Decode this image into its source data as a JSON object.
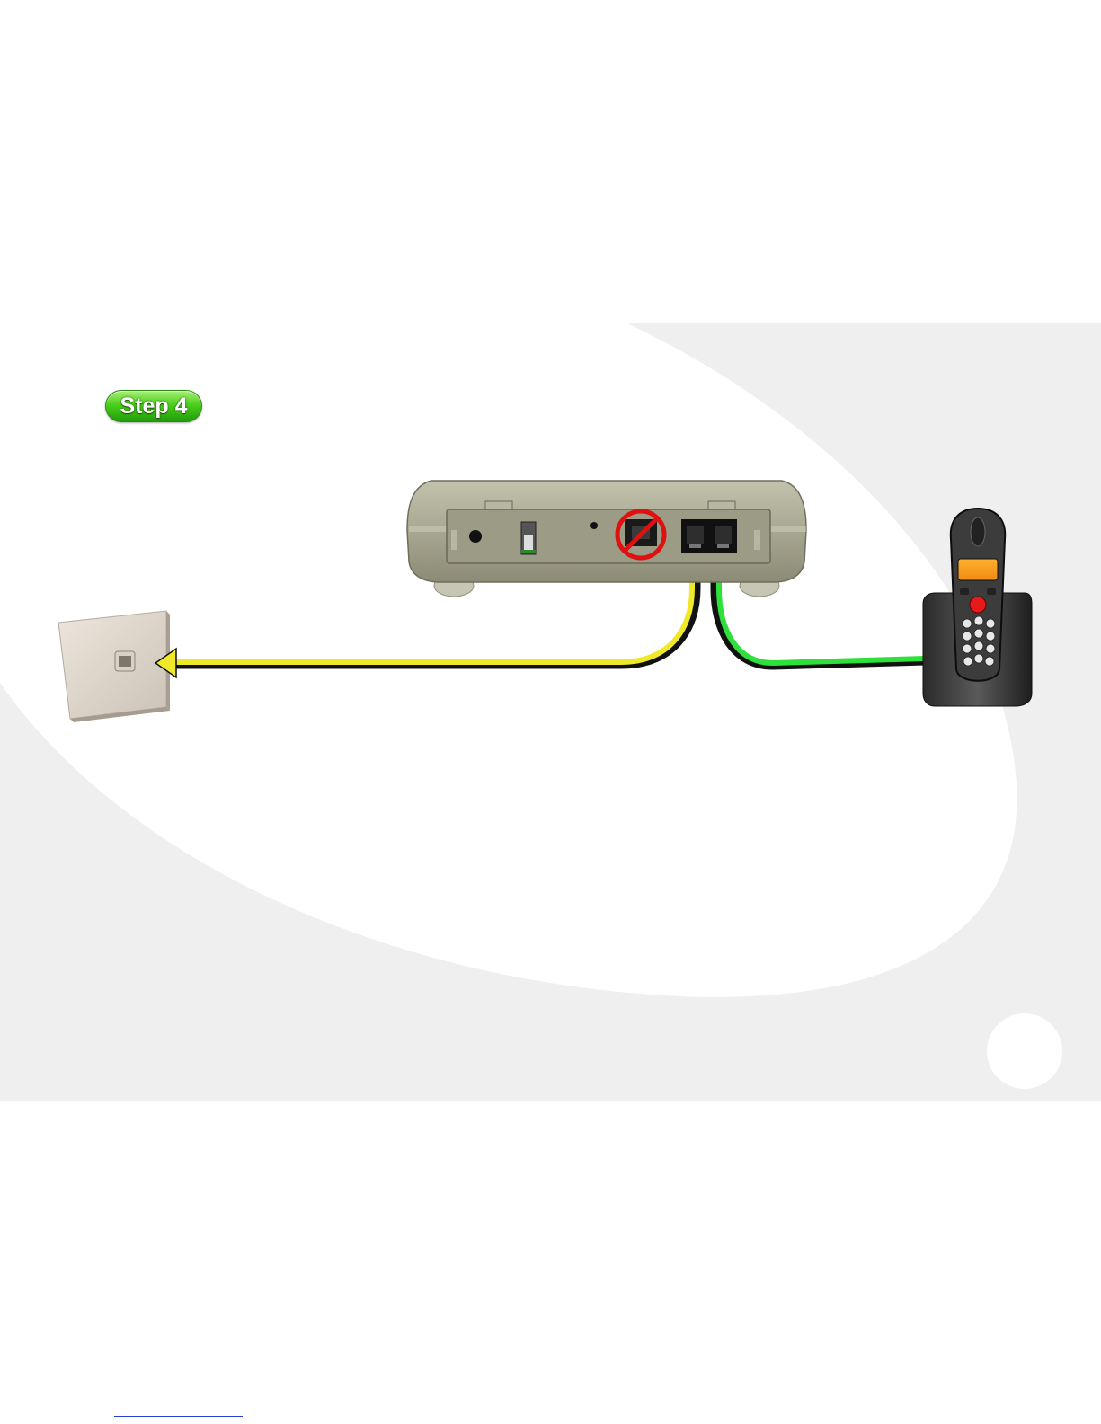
{
  "step_badge": {
    "label": "Step 4"
  },
  "colors": {
    "panel_bg": "#efefef",
    "swoosh": "#ffffff",
    "line_cable": "#f0e92a",
    "phone_cable": "#2ee03a",
    "badge_green": "#3cc412",
    "prohibited_red": "#e01010",
    "device_body": "#a7a690"
  },
  "devices": {
    "wall_socket": "wall-phone-socket",
    "modem": "adsl-modem-rear-panel",
    "phone": "cordless-phone-on-base"
  },
  "connections": [
    {
      "from": "modem-line-port",
      "to": "wall-socket",
      "cable": "yellow"
    },
    {
      "from": "phone",
      "to": "modem-phone-port",
      "cable": "green"
    }
  ],
  "blocked_port": "modem-adsl-port"
}
